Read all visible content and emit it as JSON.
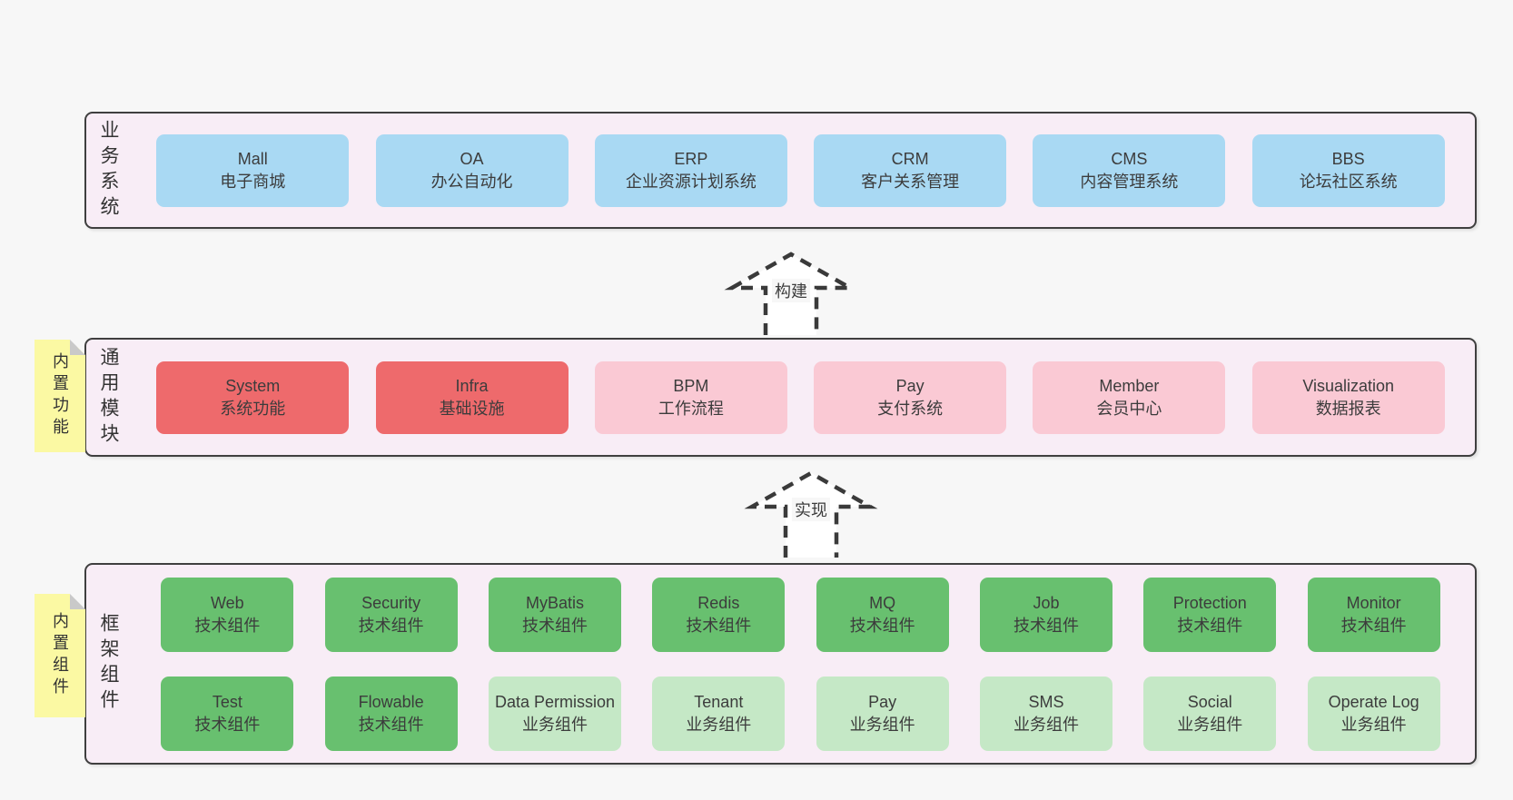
{
  "sections": [
    {
      "id": "business-systems",
      "label": "业务系统",
      "boxes": [
        {
          "title": "Mall",
          "subtitle": "电子商城",
          "type": "blue"
        },
        {
          "title": "OA",
          "subtitle": "办公自动化",
          "type": "blue"
        },
        {
          "title": "ERP",
          "subtitle": "企业资源计划系统",
          "type": "blue"
        },
        {
          "title": "CRM",
          "subtitle": "客户关系管理",
          "type": "blue"
        },
        {
          "title": "CMS",
          "subtitle": "内容管理系统",
          "type": "blue"
        },
        {
          "title": "BBS",
          "subtitle": "论坛社区系统",
          "type": "blue"
        }
      ]
    },
    {
      "id": "common-modules",
      "label": "通用模块",
      "note": "内置功能",
      "boxes": [
        {
          "title": "System",
          "subtitle": "系统功能",
          "type": "red"
        },
        {
          "title": "Infra",
          "subtitle": "基础设施",
          "type": "red"
        },
        {
          "title": "BPM",
          "subtitle": "工作流程",
          "type": "pink"
        },
        {
          "title": "Pay",
          "subtitle": "支付系统",
          "type": "pink"
        },
        {
          "title": "Member",
          "subtitle": "会员中心",
          "type": "pink"
        },
        {
          "title": "Visualization",
          "subtitle": "数据报表",
          "type": "pink"
        }
      ]
    },
    {
      "id": "framework-components",
      "label": "框架组件",
      "note": "内置组件",
      "rows": [
        [
          {
            "title": "Web",
            "subtitle": "技术组件",
            "type": "green"
          },
          {
            "title": "Security",
            "subtitle": "技术组件",
            "type": "green"
          },
          {
            "title": "MyBatis",
            "subtitle": "技术组件",
            "type": "green"
          },
          {
            "title": "Redis",
            "subtitle": "技术组件",
            "type": "green"
          },
          {
            "title": "MQ",
            "subtitle": "技术组件",
            "type": "green"
          },
          {
            "title": "Job",
            "subtitle": "技术组件",
            "type": "green"
          },
          {
            "title": "Protection",
            "subtitle": "技术组件",
            "type": "green"
          },
          {
            "title": "Monitor",
            "subtitle": "技术组件",
            "type": "green"
          }
        ],
        [
          {
            "title": "Test",
            "subtitle": "技术组件",
            "type": "green"
          },
          {
            "title": "Flowable",
            "subtitle": "技术组件",
            "type": "green"
          },
          {
            "title": "Data Permission",
            "subtitle": "业务组件",
            "type": "green-light"
          },
          {
            "title": "Tenant",
            "subtitle": "业务组件",
            "type": "green-light"
          },
          {
            "title": "Pay",
            "subtitle": "业务组件",
            "type": "green-light"
          },
          {
            "title": "SMS",
            "subtitle": "业务组件",
            "type": "green-light"
          },
          {
            "title": "Social",
            "subtitle": "业务组件",
            "type": "green-light"
          },
          {
            "title": "Operate Log",
            "subtitle": "业务组件",
            "type": "green-light"
          }
        ]
      ]
    }
  ],
  "arrows": [
    {
      "label": "构建"
    },
    {
      "label": "实现"
    }
  ],
  "colors": {
    "page-bg": "#f7f7f7",
    "panel-bg": "#f8edf6",
    "panel-border": "#3f3f3f",
    "blue": "#a9d9f3",
    "red": "#ee6a6c",
    "pink": "#fac9d4",
    "green": "#68c06f",
    "green-light": "#c5e8c6",
    "note-yellow": "#fbf9a3",
    "note-fold": "#c9c9c9",
    "text": "#3c3c3c",
    "arrow": "#3a3a3a"
  }
}
